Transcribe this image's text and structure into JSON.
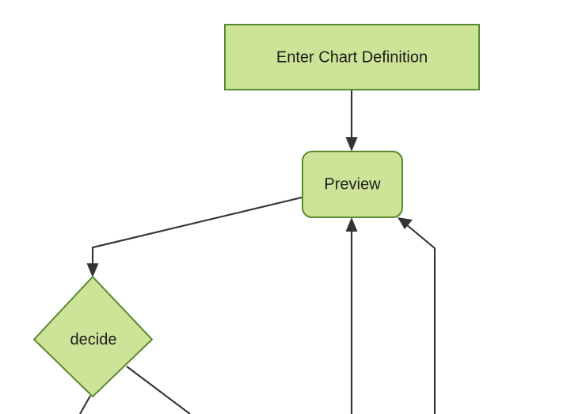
{
  "diagram": {
    "type": "flowchart",
    "title": "",
    "background_color": "#ffffff",
    "theme": {
      "node_fill": "#cde498",
      "node_stroke": "#5a8a2f",
      "edge_color": "#333333",
      "text_color": "#1c1c1c"
    },
    "nodes": [
      {
        "id": "enter-chart-definition",
        "label": "Enter Chart Definition",
        "shape": "rectangle"
      },
      {
        "id": "preview",
        "label": "Preview",
        "shape": "rounded-rectangle"
      },
      {
        "id": "decide",
        "label": "decide",
        "shape": "diamond"
      }
    ],
    "edges": [
      {
        "id": "edge-enter-to-preview",
        "from": "enter-chart-definition",
        "to": "preview",
        "label": ""
      },
      {
        "id": "edge-preview-to-decide",
        "from": "preview",
        "to": "decide",
        "label": ""
      },
      {
        "id": "edge-decide-left-out",
        "from": "decide",
        "to": "",
        "label": ""
      },
      {
        "id": "edge-decide-right-out",
        "from": "decide",
        "to": "",
        "label": ""
      },
      {
        "id": "edge-bottom-center-to-preview",
        "from": "",
        "to": "preview",
        "label": ""
      },
      {
        "id": "edge-bottom-right-to-preview",
        "from": "",
        "to": "preview",
        "label": ""
      }
    ]
  }
}
